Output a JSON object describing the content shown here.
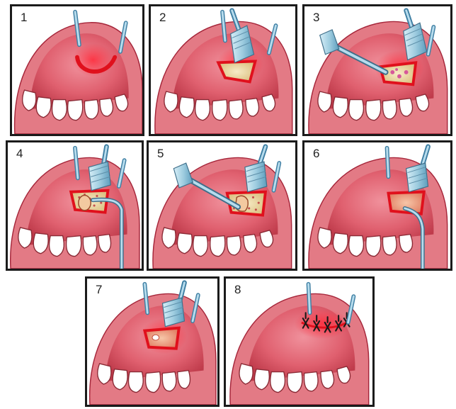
{
  "panels": [
    {
      "label": "1"
    },
    {
      "label": "2"
    },
    {
      "label": "3"
    },
    {
      "label": "4"
    },
    {
      "label": "5"
    },
    {
      "label": "6"
    },
    {
      "label": "7"
    },
    {
      "label": "8"
    }
  ],
  "colors": {
    "border": "#1b1b1b",
    "palate": "#e06070",
    "palate_dark": "#b8333f",
    "palate_light": "#f2a9b2",
    "gum_dark": "#a5263a",
    "incision": "#e0101c",
    "bone": "#ecd9a8",
    "speck": "#c44f4f",
    "tooth": "#ffffff",
    "retractor": "#a9d2e4",
    "retractor_dark": "#3f7fa3",
    "suture": "#1a1a1a"
  }
}
